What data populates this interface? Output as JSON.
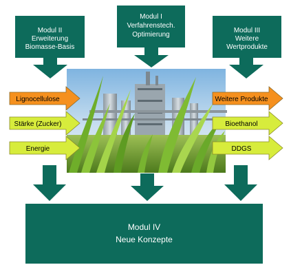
{
  "modules": {
    "modul2": {
      "lines": [
        "Modul  II",
        "Erweiterung",
        "Biomasse-Basis"
      ]
    },
    "modul1": {
      "lines": [
        "Modul I",
        "Verfahrenstech.",
        "Optimierung"
      ]
    },
    "modul3": {
      "lines": [
        "Modul  III",
        "Weitere",
        "Wertprodukte"
      ]
    },
    "modul4": {
      "lines": [
        "Modul IV",
        "Neue Konzepte"
      ]
    }
  },
  "inputs": [
    {
      "label": "Lignocellulose",
      "color": "#f5901e"
    },
    {
      "label": "Stärke (Zucker)",
      "color": "#d7ec3c"
    },
    {
      "label": "Energie",
      "color": "#d7ec3c"
    }
  ],
  "outputs": [
    {
      "label": "Weitere Produkte",
      "color": "#f5901e"
    },
    {
      "label": "Bioethanol",
      "color": "#d7ec3c"
    },
    {
      "label": "DDGS",
      "color": "#d7ec3c"
    }
  ],
  "colors": {
    "module_fill": "#0d6b5b",
    "module_text": "#ffffff",
    "arrow_fill": "#0d6b5b",
    "photo_sky": "#9ec6e6",
    "photo_grass": "#8cc43a"
  },
  "image": {
    "subject": "industrial-plant-with-grass-photo"
  }
}
